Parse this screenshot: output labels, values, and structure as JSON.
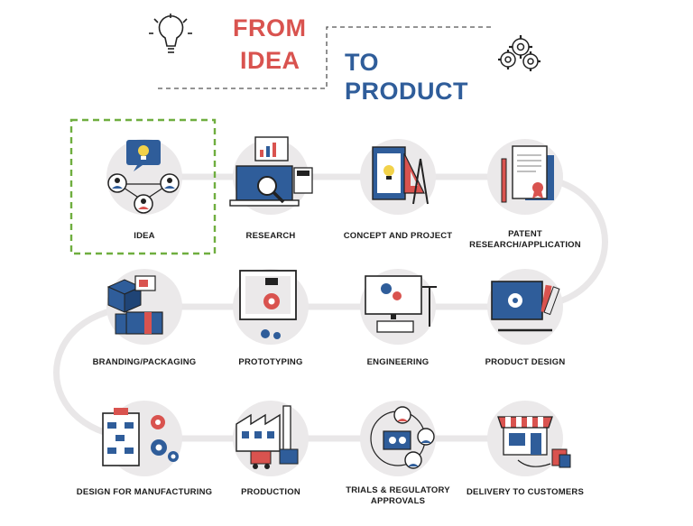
{
  "title": {
    "line1": "FROM",
    "line2": "IDEA",
    "line3": "TO",
    "line4": "PRODUCT"
  },
  "colors": {
    "red": "#d9534f",
    "blue": "#2f5d9a",
    "green_dash": "#6fae3f",
    "circle": "#ebe9ea",
    "track": "#e9e7e8",
    "ink": "#222222"
  },
  "steps": [
    {
      "label": "IDEA",
      "icon": "idea-people-icon"
    },
    {
      "label": "RESEARCH",
      "icon": "laptop-research-icon"
    },
    {
      "label": "CONCEPT AND PROJECT",
      "icon": "clipboard-concept-icon"
    },
    {
      "label": "PATENT\nRESEARCH/APPLICATION",
      "icon": "patent-document-icon"
    },
    {
      "label": "PRODUCT DESIGN",
      "icon": "design-monitor-icon"
    },
    {
      "label": "ENGINEERING",
      "icon": "engineering-computer-icon"
    },
    {
      "label": "PROTOTYPING",
      "icon": "3d-printer-icon"
    },
    {
      "label": "BRANDING/PACKAGING",
      "icon": "packaging-boxes-icon"
    },
    {
      "label": "DESIGN FOR MANUFACTURING",
      "icon": "flowchart-gears-icon"
    },
    {
      "label": "PRODUCTION",
      "icon": "factory-forklift-icon"
    },
    {
      "label": "TRIALS & REGULATORY\nAPPROVALS",
      "icon": "trials-people-icon"
    },
    {
      "label": "DELIVERY TO CUSTOMERS",
      "icon": "storefront-icon"
    }
  ]
}
